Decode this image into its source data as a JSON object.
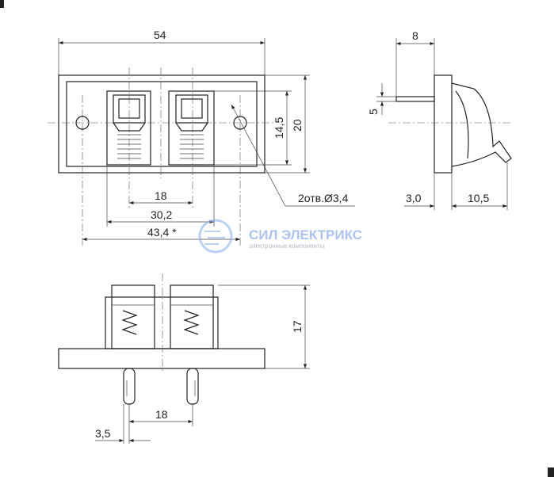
{
  "front_view": {
    "dim_width": "54",
    "dim_window_height": "14,5",
    "dim_height": "20",
    "dim_terminal_pitch": "18",
    "dim_window_span": "30,2",
    "dim_hole_spacing": "43,4 *",
    "hole_note": "2отв.Ø3,4"
  },
  "side_view": {
    "dim_pin_length": "8",
    "dim_pin_offset": "5",
    "dim_plate_thickness": "3,0",
    "dim_body_depth": "10,5"
  },
  "bottom_view": {
    "dim_height": "17",
    "dim_pin_pitch": "18",
    "dim_pin_width": "3,5"
  },
  "watermark": {
    "brand": "СИЛ ЭЛЕКТРИКС",
    "tagline": "электронные компоненты",
    "color": "#8fb0e8"
  }
}
